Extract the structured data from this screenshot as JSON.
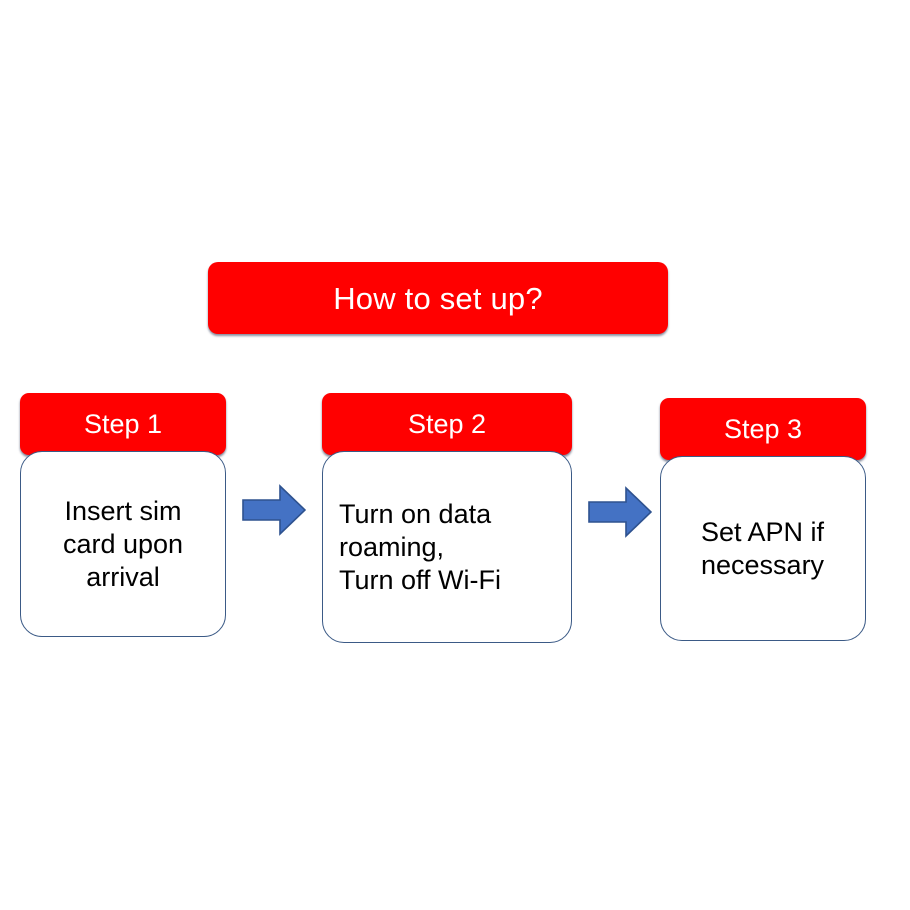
{
  "diagram": {
    "title": "How to set up?",
    "type": "process-flow",
    "step_count": 3,
    "colors": {
      "header_fill": "#FF0000",
      "header_text": "#FFFFFF",
      "body_fill": "#FFFFFF",
      "body_border": "#3B5A86",
      "body_text": "#000000",
      "arrow_fill": "#4472C4",
      "arrow_outline": "#2E528F",
      "background": "#FFFFFF"
    },
    "steps": [
      {
        "header": "Step 1",
        "body": "Insert sim\ncard upon\narrival",
        "align": "center"
      },
      {
        "header": "Step 2",
        "body": "Turn on data\nroaming,\nTurn off Wi-Fi",
        "align": "left"
      },
      {
        "header": "Step 3",
        "body": "Set APN if\nnecessary",
        "align": "left"
      }
    ],
    "connectors": [
      {
        "name": "arrow-step1-to-step2",
        "direction": "right"
      },
      {
        "name": "arrow-step2-to-step3",
        "direction": "right"
      }
    ]
  }
}
